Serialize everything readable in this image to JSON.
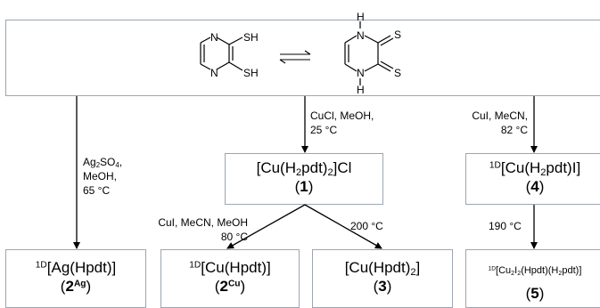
{
  "start": {
    "left": {
      "n_top": "N",
      "n_bot": "N",
      "sh_top": "SH",
      "sh_bot": "SH"
    },
    "right": {
      "h_top": "H",
      "n_top": "N",
      "h_bot": "H",
      "n_bot": "N",
      "s_top": "S",
      "s_bot": "S"
    }
  },
  "conditions": {
    "ag": [
      "Ag2SO4,",
      "MeOH,",
      "65 °C"
    ],
    "cucl": [
      "CuCl, MeOH,",
      "25 °C"
    ],
    "cui_right": [
      "CuI, MeCN,",
      "82 °C"
    ],
    "cui_mid": [
      "CuI, MeCN, MeOH",
      "80 °C"
    ],
    "heat_200": "200 °C",
    "heat_190": "190 °C"
  },
  "compounds": {
    "c1": {
      "formula": "[Cu(H2pdt)2]Cl",
      "number": "1"
    },
    "c4": {
      "formula": "1D[Cu(H2pdt)I]",
      "number": "4"
    },
    "c2ag": {
      "formula": "1D[Ag(Hpdt)]",
      "number": "2",
      "number_sup": "Ag"
    },
    "c2cu": {
      "formula": "1D[Cu(Hpdt)]",
      "number": "2",
      "number_sup": "Cu"
    },
    "c3": {
      "formula": "[Cu(Hpdt)2]",
      "number": "3"
    },
    "c5": {
      "formula": "1D[Cu2I2(Hpdt)(H2pdt)]",
      "number": "5"
    }
  }
}
